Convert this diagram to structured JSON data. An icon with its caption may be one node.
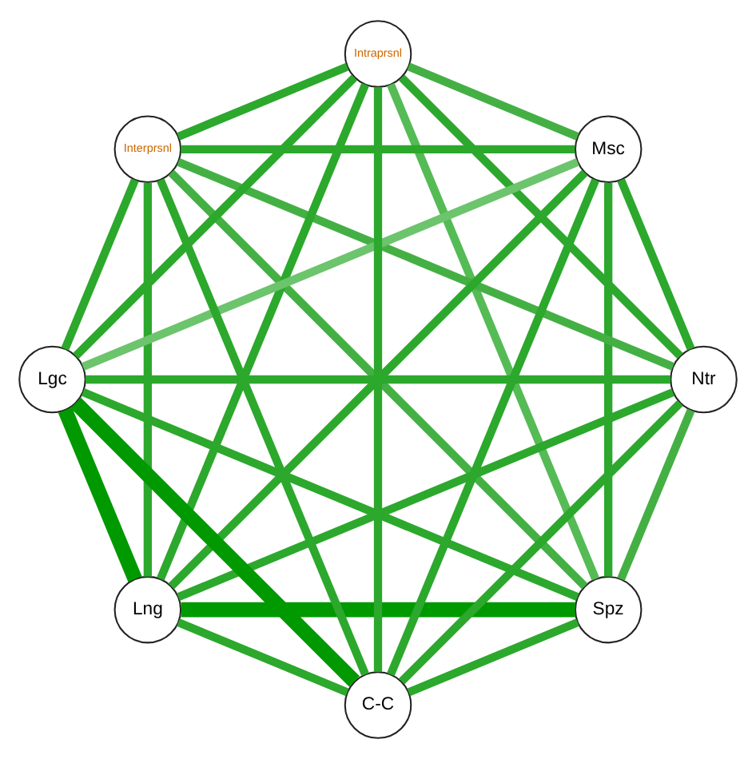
{
  "diagram": {
    "nodes": [
      {
        "text": [
          "Spz"
        ]
      },
      {
        "text": [
          "Ntr"
        ]
      },
      {
        "text": [
          "Lng"
        ]
      },
      {
        "text": [
          "Lgc"
        ]
      },
      {
        "text": [
          "Interprsnl"
        ]
      },
      {
        "text": [
          "Intraprsnl"
        ]
      },
      {
        "text": [
          "Msc"
        ]
      },
      {
        "text": [
          "C-C"
        ]
      }
    ],
    "edges": [
      {
        "from": 0,
        "to": 1,
        "arrow": "none",
        "color": "#44b044"
      },
      {
        "from": 0,
        "to": 2,
        "arrow": "none",
        "style": "thick"
      },
      {
        "from": 0,
        "to": 3,
        "arrow": "none"
      },
      {
        "from": 0,
        "to": 4,
        "arrow": "none",
        "color": "#44b044"
      },
      {
        "from": 0,
        "to": 5,
        "arrow": "none",
        "color": "#55bb55"
      },
      {
        "from": 0,
        "to": 6,
        "arrow": "none"
      },
      {
        "from": 0,
        "to": 7,
        "arrow": "none"
      },
      {
        "from": 1,
        "to": 2,
        "arrow": "none"
      },
      {
        "from": 1,
        "to": 3,
        "arrow": "none"
      },
      {
        "from": 1,
        "to": 4,
        "arrow": "none",
        "color": "#44b044"
      },
      {
        "from": 1,
        "to": 5,
        "arrow": "none"
      },
      {
        "from": 1,
        "to": 6,
        "arrow": "none"
      },
      {
        "from": 1,
        "to": 7,
        "arrow": "none"
      },
      {
        "from": 2,
        "to": 3,
        "arrow": "none",
        "style": "thick"
      },
      {
        "from": 2,
        "to": 4,
        "arrow": "none"
      },
      {
        "from": 2,
        "to": 5,
        "arrow": "none"
      },
      {
        "from": 2,
        "to": 6,
        "arrow": "none"
      },
      {
        "from": 2,
        "to": 7,
        "arrow": "none"
      },
      {
        "from": 3,
        "to": 4,
        "arrow": "none"
      },
      {
        "from": 3,
        "to": 5,
        "arrow": "none"
      },
      {
        "from": 3,
        "to": 6,
        "arrow": "none",
        "color": "#6cc46c"
      },
      {
        "from": 3,
        "to": 7,
        "arrow": "none",
        "style": "thick"
      },
      {
        "from": 4,
        "to": 5,
        "arrow": "none"
      },
      {
        "from": 4,
        "to": 6,
        "arrow": "none"
      },
      {
        "from": 4,
        "to": 7,
        "arrow": "none"
      },
      {
        "from": 5,
        "to": 6,
        "arrow": "none",
        "color": "#44b044"
      },
      {
        "from": 5,
        "to": 7,
        "arrow": "none"
      },
      {
        "from": 6,
        "to": 7,
        "arrow": "none"
      }
    ]
  }
}
